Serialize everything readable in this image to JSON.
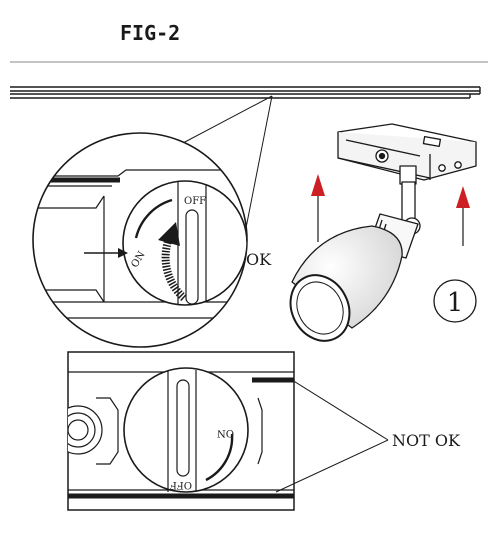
{
  "figure": {
    "title": "FIG-2",
    "step_number": "1"
  },
  "detail_ok": {
    "switch_on_label": "ON",
    "switch_off_label": "OFF",
    "verdict": "OK"
  },
  "detail_not_ok": {
    "switch_on_label": "ON",
    "switch_off_label": "OFF",
    "verdict": "NOT OK"
  },
  "colors": {
    "line": "#1a1a1a",
    "arrow_red": "#cc1f24",
    "background": "#ffffff"
  },
  "icons": {
    "install_arrows": "up-arrow-icon",
    "rotate_arrow": "rotate-arrow-icon",
    "insert_arrow": "right-arrow-icon"
  }
}
